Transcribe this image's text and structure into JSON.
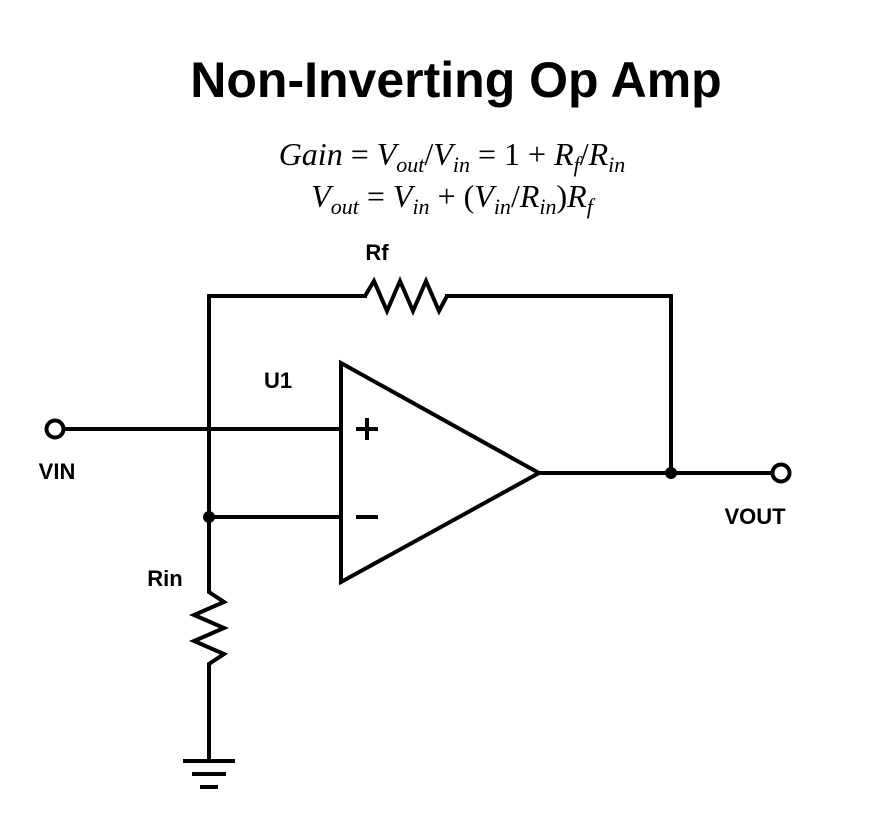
{
  "title": "Non-Inverting Op Amp",
  "equations": {
    "line1": {
      "gain": "Gain",
      "eq1": " = ",
      "v": "V",
      "out_sub": "out",
      "slash1": "/",
      "v2": "V",
      "in_sub": "in",
      "eq2": " = 1 + ",
      "r": "R",
      "f_sub": "f",
      "slash2": "/",
      "r2": "R",
      "in_sub2": "in"
    },
    "line2": {
      "v": "V",
      "out_sub": "out",
      "eq": " = ",
      "v2": "V",
      "in_sub": "in",
      "plus": " + (",
      "v3": "V",
      "in_sub2": "in",
      "slash": "/",
      "r": "R",
      "in_sub3": "in",
      "close": ")",
      "r2": "R",
      "f_sub": "f"
    }
  },
  "labels": {
    "rf": "Rf",
    "u1": "U1",
    "vin": "VIN",
    "vout": "VOUT",
    "rin": "Rin"
  },
  "icons": {
    "plus": "plus-sign-icon",
    "minus": "minus-sign-icon",
    "ground": "ground-icon"
  },
  "colors": {
    "stroke": "#000000",
    "background": "#ffffff"
  }
}
